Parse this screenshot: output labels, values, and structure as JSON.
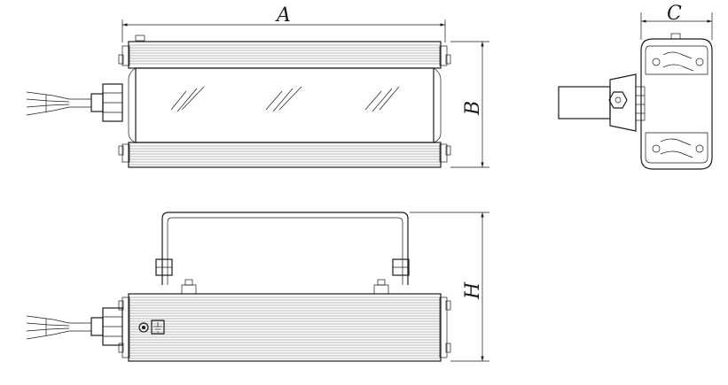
{
  "dimensions": {
    "A": "A",
    "B": "B",
    "C": "C",
    "H": "H"
  }
}
